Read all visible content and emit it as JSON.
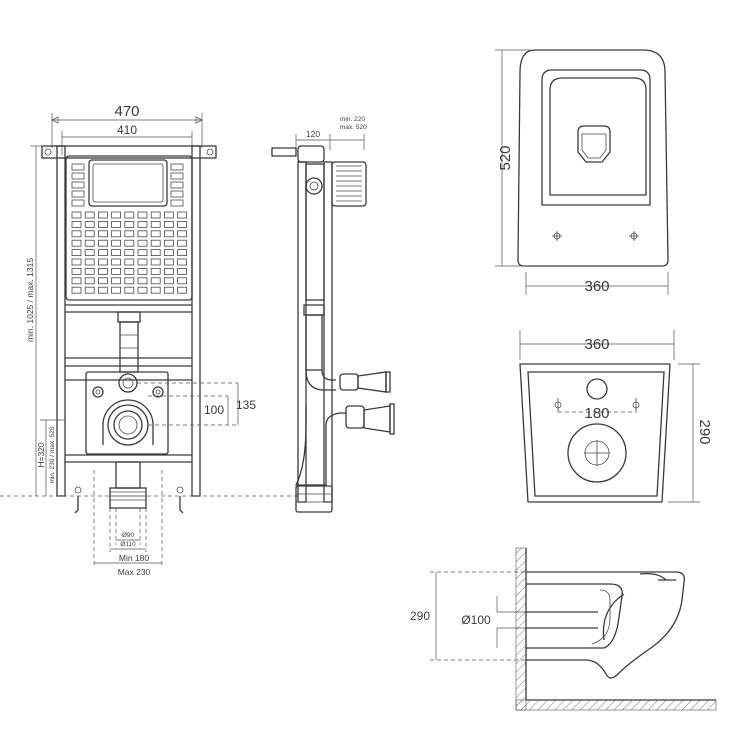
{
  "frame_front": {
    "width_overall": "470",
    "width_inner": "410",
    "height_range": "min. 1025 / max. 1315",
    "h_label": "H=320",
    "h_range": "min. 230 / max. 520",
    "dim_100": "100",
    "dim_135": "135",
    "pipe_90": "Ø90",
    "pipe_110": "Ø110",
    "feet_min": "Min 180",
    "feet_max": "Max 230"
  },
  "frame_side": {
    "depth": "120",
    "offset_min": "min. 220",
    "offset_max": "max. 520"
  },
  "bowl_top": {
    "length": "520",
    "width": "360"
  },
  "bowl_rear": {
    "width": "360",
    "fixing_spacing": "180",
    "height": "290"
  },
  "bowl_side": {
    "height": "290",
    "outlet": "Ø100"
  },
  "colors": {
    "line": "#3a3a3a"
  }
}
